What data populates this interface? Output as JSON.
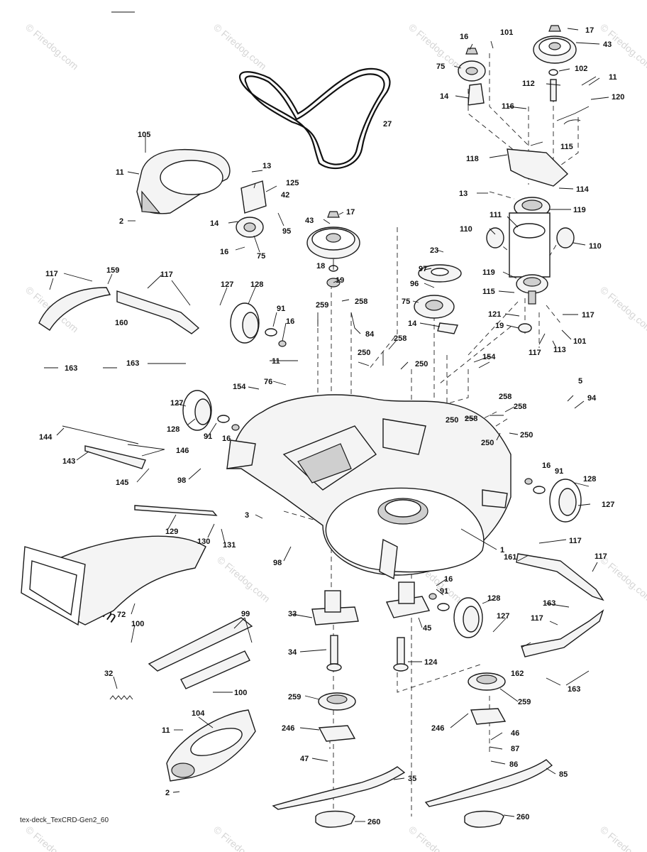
{
  "caption": "tex-deck_TexCRD-Gen2_60",
  "watermark_small": "© Firedog.com",
  "watermark_large": "© Firedog.com",
  "labels": {
    "p1": "1",
    "p2a": "2",
    "p2b": "2",
    "p3": "3",
    "p5": "5",
    "p11a": "11",
    "p11b": "11",
    "p11c": "11",
    "p11d": "11",
    "p13a": "13",
    "p13b": "13",
    "p14a": "14",
    "p14b": "14",
    "p14c": "14",
    "p16a": "16",
    "p16b": "16",
    "p16c": "16",
    "p16d": "16",
    "p16e": "16",
    "p16f": "16",
    "p17a": "17",
    "p17b": "17",
    "p18": "18",
    "p19a": "19",
    "p19b": "19",
    "p23": "23",
    "p27": "27",
    "p32": "32",
    "p33": "33",
    "p34": "34",
    "p35": "35",
    "p42": "42",
    "p43a": "43",
    "p43b": "43",
    "p45": "45",
    "p46": "46",
    "p47": "47",
    "p72": "72",
    "p75a": "75",
    "p75b": "75",
    "p75c": "75",
    "p76": "76",
    "p84": "84",
    "p85": "85",
    "p86": "86",
    "p87": "87",
    "p91a": "91",
    "p91b": "91",
    "p91c": "91",
    "p91d": "91",
    "p94": "94",
    "p95": "95",
    "p96": "96",
    "p97": "97",
    "p98a": "98",
    "p98b": "98",
    "p99": "99",
    "p100a": "100",
    "p100b": "100",
    "p101a": "101",
    "p101b": "101",
    "p102": "102",
    "p104": "104",
    "p105": "105",
    "p110a": "110",
    "p110b": "110",
    "p111": "111",
    "p112": "112",
    "p113": "113",
    "p114": "114",
    "p115a": "115",
    "p115b": "115",
    "p116": "116",
    "p117a": "117",
    "p117b": "117",
    "p117c": "117",
    "p117d": "117",
    "p117e": "117",
    "p117f": "117",
    "p117g": "117",
    "p118": "118",
    "p119a": "119",
    "p119b": "119",
    "p120": "120",
    "p121": "121",
    "p124": "124",
    "p125": "125",
    "p127a": "127",
    "p127b": "127",
    "p127c": "127",
    "p127d": "127",
    "p128a": "128",
    "p128b": "128",
    "p128c": "128",
    "p128d": "128",
    "p129": "129",
    "p130": "130",
    "p131": "131",
    "p143": "143",
    "p144": "144",
    "p145": "145",
    "p146": "146",
    "p154a": "154",
    "p154b": "154",
    "p159": "159",
    "p160": "160",
    "p161": "161",
    "p162": "162",
    "p163a": "163",
    "p163b": "163",
    "p163c": "163",
    "p163d": "163",
    "p246a": "246",
    "p246b": "246",
    "p250a": "250",
    "p250b": "250",
    "p250c": "250",
    "p250d": "250",
    "p250e": "250",
    "p258a": "258",
    "p258b": "258",
    "p258c": "258",
    "p258d": "258",
    "p258e": "258",
    "p259a": "259",
    "p259b": "259",
    "p260a": "260",
    "p260b": "260"
  }
}
